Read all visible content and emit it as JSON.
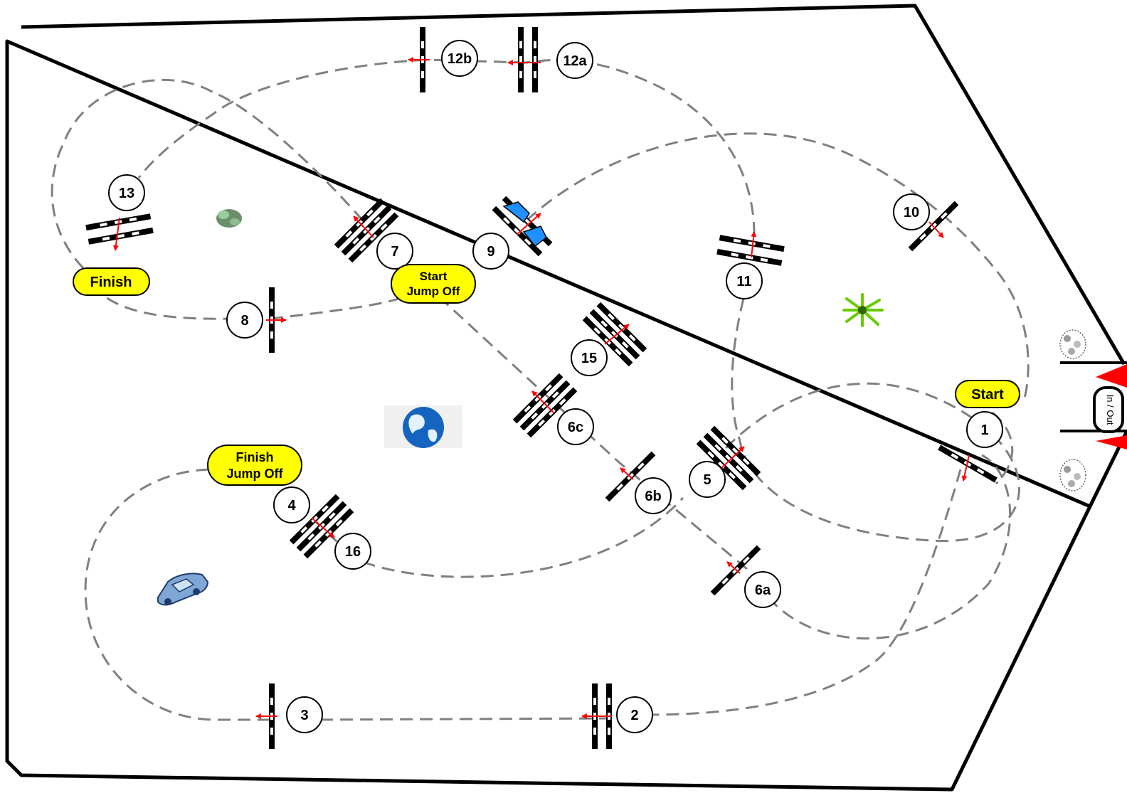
{
  "fences": [
    {
      "id": "1",
      "label": "1"
    },
    {
      "id": "2",
      "label": "2"
    },
    {
      "id": "3",
      "label": "3"
    },
    {
      "id": "4",
      "label": "4"
    },
    {
      "id": "5",
      "label": "5"
    },
    {
      "id": "6a",
      "label": "6a"
    },
    {
      "id": "6b",
      "label": "6b"
    },
    {
      "id": "6c",
      "label": "6c"
    },
    {
      "id": "7",
      "label": "7"
    },
    {
      "id": "8",
      "label": "8"
    },
    {
      "id": "9",
      "label": "9"
    },
    {
      "id": "10",
      "label": "10"
    },
    {
      "id": "11",
      "label": "11"
    },
    {
      "id": "12a",
      "label": "12a"
    },
    {
      "id": "12b",
      "label": "12b"
    },
    {
      "id": "13",
      "label": "13"
    },
    {
      "id": "15",
      "label": "15"
    },
    {
      "id": "16",
      "label": "16"
    }
  ],
  "markers": {
    "start": "Start",
    "finish": "Finish",
    "start_jump_off": [
      "Start",
      "Jump Off"
    ],
    "finish_jump_off": [
      "Finish",
      "Jump Off"
    ]
  },
  "gate": {
    "label": "In / Out"
  },
  "colors": {
    "marker_fill": "#ffff00",
    "route_dash": "#808080",
    "arrow": "#ff0000",
    "water_tray": "#1e90ff"
  },
  "decor_icons": [
    "bush-icon",
    "plant-icon",
    "globe-icon",
    "car-icon",
    "flower-pot-icon"
  ]
}
